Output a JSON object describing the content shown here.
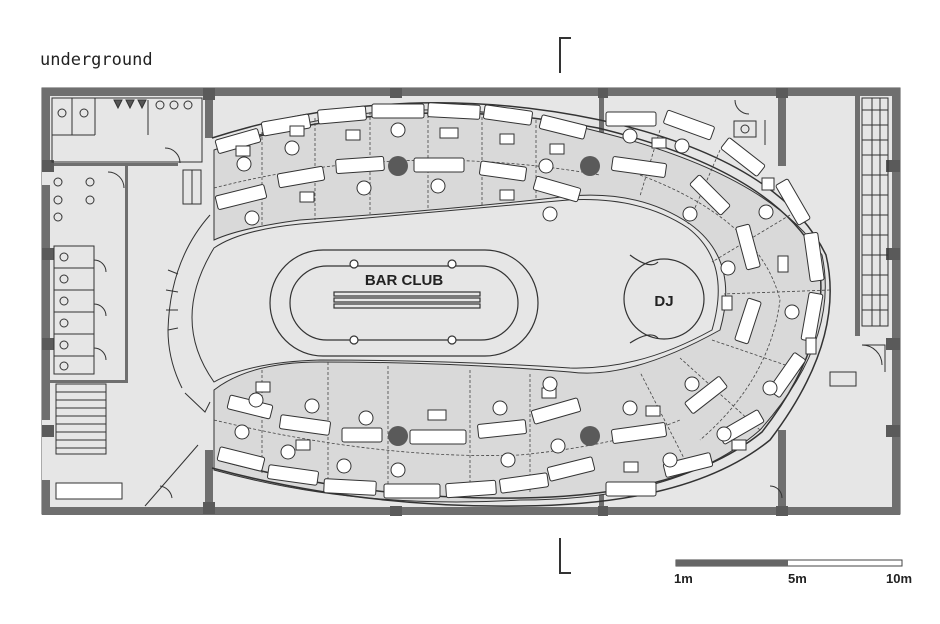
{
  "floor": {
    "label": "underground"
  },
  "venue": {
    "bar_label": "BAR CLUB",
    "dj_label": "DJ"
  },
  "scale_bar": {
    "labels": [
      "1m",
      "5m",
      "10m"
    ]
  },
  "colors": {
    "wall": "#6f6f6f",
    "floor_fill": "#e6e6e6",
    "line": "#333333",
    "dark_column": "#5a5a5a"
  }
}
